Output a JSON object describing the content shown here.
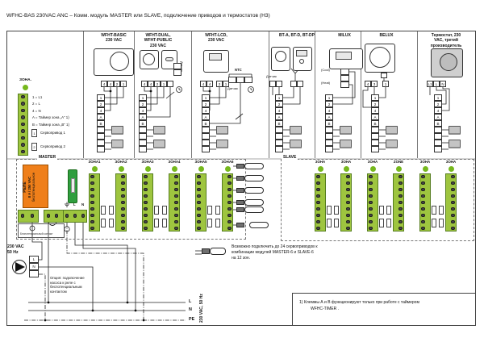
{
  "title": "WFHC-BAS 230VAC ANC – Комм. модуль  MASTER или SLAVE, подключение приводов и термостатов  (Н3)",
  "groups": [
    {
      "label_lines": [
        "WFHT-BASIC",
        "230 VAC"
      ],
      "terminals": [
        "4",
        "4",
        "2",
        "1"
      ]
    },
    {
      "label_lines": [
        "WFHT-DUAL,",
        "WFHT-PUBLIC",
        "230 VAC"
      ],
      "terminals": [
        "4",
        "4",
        "2",
        "1",
        ""
      ]
    },
    {
      "label_lines": [
        "WFHT-LCD,",
        "230 VAC"
      ],
      "terminals": [
        "4",
        "4",
        "2",
        "1"
      ]
    },
    {
      "label_lines": [
        "BT-A, BT-D, BT-DP"
      ],
      "terminals": [
        "",
        "",
        "",
        ""
      ]
    },
    {
      "label_lines": [
        "MILUX"
      ],
      "terminals": [
        "",
        "",
        ""
      ]
    },
    {
      "label_lines": [
        "BELUX"
      ],
      "terminals": [
        "4",
        "3",
        "1"
      ]
    },
    {
      "label_lines": [
        "Термостат, 230",
        "VAC, третий",
        "производитель"
      ],
      "terminals": [
        "L1",
        "L",
        "N"
      ]
    }
  ],
  "strip_cells": [
    "1",
    "2",
    "4",
    "A",
    "B",
    "",
    "",
    "",
    ""
  ],
  "sensor": {
    "datchik": "Датчик",
    "ntc": "NTC",
    "cool": "(Cool)",
    "heat": "(Heat)"
  },
  "legend": {
    "header": "ЗОНА.",
    "items": [
      "1 = L1",
      "2 = L",
      "4 = N",
      "A = Таймер зона „А” 1)",
      "B = Таймер зона „В” 1)",
      "Сервопривод 1",
      "Сервопривод 2"
    ],
    "servo_icons": [
      "1",
      "2"
    ]
  },
  "master": {
    "label": "MASTER",
    "zones": [
      "ЗОНА1",
      "ЗОНА2",
      "ЗОНА3",
      "ЗОНА4",
      "ЗОНА5",
      "ЗОНА6"
    ],
    "relay_lines": [
      "РЕЛЕ",
      "8 A / 250 VAC",
      "беспотенциальное"
    ],
    "terminal_labels": [
      "L",
      "N"
    ],
    "contact_label": "Беспотенциальный контакт"
  },
  "slave": {
    "label": "SLAVE",
    "zones": [
      "ЗОНА",
      "ЗОНА",
      "ЗОНА",
      "ZONE",
      "ЗОНА",
      "ЗОНА"
    ]
  },
  "bottom": {
    "supply_lines": [
      "230 VAC",
      "50 Hz"
    ],
    "pump_terminals": [
      "L",
      "N"
    ],
    "pump_note_lines": [
      "Опция: подключение",
      "насоса к реле с",
      "беспотенциальным",
      "контактом"
    ],
    "bus_labels": [
      "L",
      "N",
      "PE"
    ],
    "bus_voltage": "230 VAC, 50 Hz"
  },
  "notes": {
    "servo_note_lines": [
      "Возможно подключить до 24 сервоприводов к",
      "комбинации модулей MASTER-6 и SLAVE-6",
      "на 12 зон."
    ],
    "footnote_lines": [
      "1) Клеммы А и В функционируют только при работе с таймером",
      "WFHC-TIMER ."
    ]
  },
  "colors": {
    "strip_green": "#9ec53f",
    "dot_green": "#76b81d",
    "relay_orange": "#ef7f1a",
    "fuse_green": "#2f9e3f"
  }
}
